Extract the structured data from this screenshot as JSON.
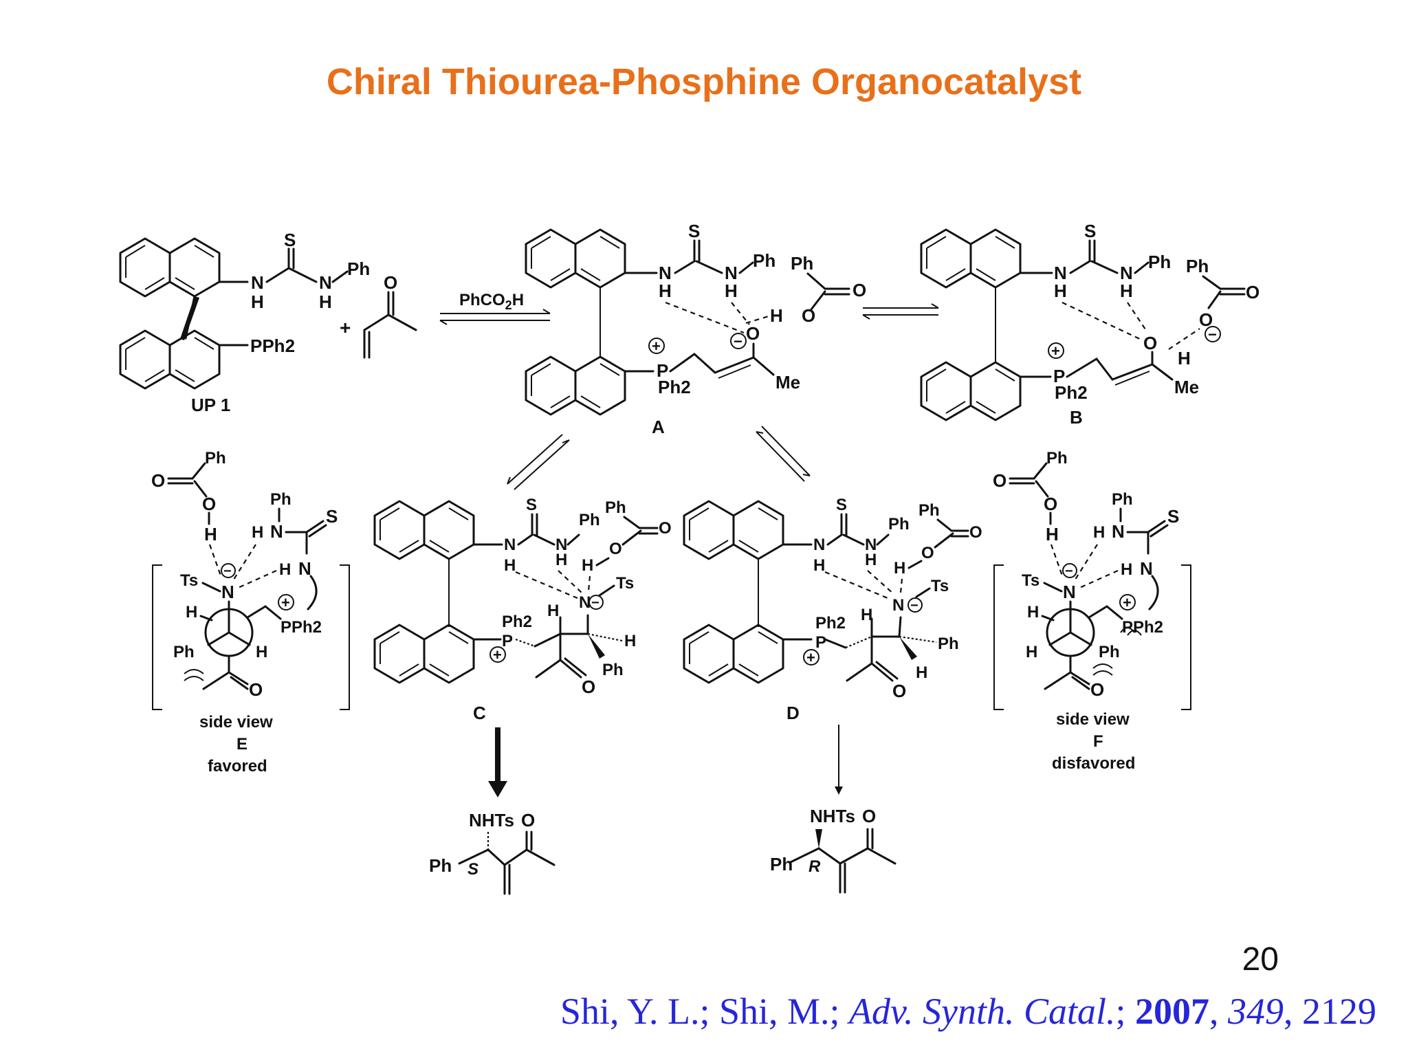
{
  "title": "Chiral Thiourea-Phosphine Organocatalyst",
  "page_number": "20",
  "citation": {
    "authors": "Shi, Y. L.; Shi, M.;",
    "journal": "Adv. Synth. Catal.",
    "sep1": ";",
    "year": "2007",
    "sep2": ",",
    "volume": "349",
    "sep3": ",",
    "pages": "2129"
  },
  "scheme": {
    "reagent": "PhCO2H",
    "plus": "+",
    "compound_labels": {
      "up1": "UP 1",
      "a": "A",
      "b": "B",
      "c": "C",
      "d": "D",
      "e": [
        "side view",
        "E",
        "favored"
      ],
      "f": [
        "side view",
        "F",
        "disfavored"
      ]
    },
    "atoms": {
      "S": "S",
      "N": "N",
      "H": "H",
      "O": "O",
      "P": "P",
      "Ph": "Ph",
      "PPh2": "PPh2",
      "Ph2": "Ph2",
      "Me": "Me",
      "Ts": "Ts",
      "NHTs": "NHTs",
      "plus_charge": "+",
      "minus_charge": "−"
    },
    "stereo": {
      "S": "S",
      "R": "R"
    }
  }
}
